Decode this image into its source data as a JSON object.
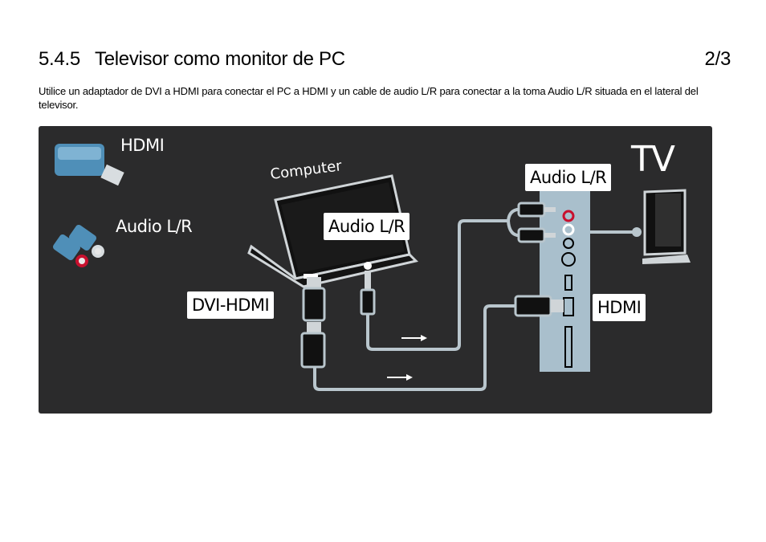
{
  "header": {
    "section_number": "5.4.5",
    "title": "Televisor como monitor de PC",
    "page": "2/3"
  },
  "body": {
    "text": "Utilice un adaptador de DVI a HDMI para conectar el PC a HDMI y un cable de audio L/R para conectar a la toma Audio L/R situada en el lateral del televisor."
  },
  "diagram": {
    "legend_hdmi": "HDMI",
    "legend_audio": "Audio L/R",
    "computer_label": "Computer",
    "tv_label": "TV",
    "label_pc_audio": "Audio L/R",
    "label_tv_audio": "Audio L/R",
    "label_dvi_hdmi": "DVI-HDMI",
    "label_tv_hdmi": "HDMI",
    "colors": {
      "background": "#2b2b2c",
      "cable": "#b9c6cd",
      "tv_panel": "#a9bfcc",
      "audio_red": "#c8102e"
    }
  }
}
